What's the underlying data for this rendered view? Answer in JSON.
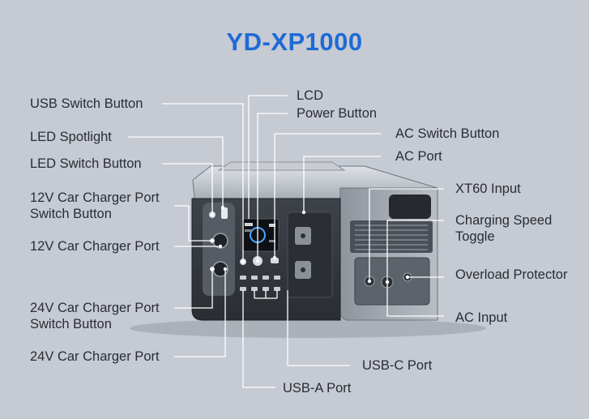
{
  "title": "YD-XP1000",
  "labels": {
    "usb_switch_button": "USB Switch Button",
    "led_spotlight": "LED Spotlight",
    "led_switch_button": "LED Switch Button",
    "car_12v_switch_line1": "12V Car Charger Port",
    "car_12v_switch_line2": "Switch Button",
    "car_12v_port": "12V Car Charger Port",
    "car_24v_switch_line1": "24V Car Charger Port",
    "car_24v_switch_line2": "Switch Button",
    "car_24v_port": "24V Car Charger Port",
    "lcd": "LCD",
    "power_button": "Power Button",
    "ac_switch_button": "AC Switch Button",
    "ac_port": "AC Port",
    "xt60_input": "XT60 Input",
    "charging_speed_line1": "Charging Speed",
    "charging_speed_line2": "Toggle",
    "overload_protector": "Overload Protector",
    "ac_input": "AC Input",
    "usb_c_port": "USB-C Port",
    "usb_a_port": "USB-A Port"
  },
  "colors": {
    "title": "#1e6ad6",
    "background": "#c5cad3",
    "leader_line": "#ffffff"
  }
}
